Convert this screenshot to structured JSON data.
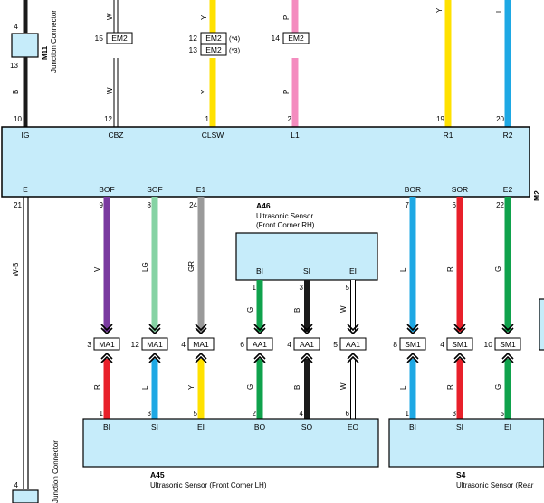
{
  "colors": {
    "black": "#1a1a1a",
    "white": "#ffffff",
    "yellow": "#ffe100",
    "pink": "#f48cbf",
    "blue": "#1ea8e4",
    "violet": "#7a3aa0",
    "lightgreen": "#86d3a4",
    "gray": "#9a9a9a",
    "green": "#0fa24c",
    "red": "#e8202a",
    "box_fill": "#c6ecfa"
  },
  "ecu": {
    "id": "M2",
    "top_pins": [
      {
        "num": "10",
        "label": "IG"
      },
      {
        "num": "12",
        "label": "CBZ"
      },
      {
        "num": "1",
        "label": "CLSW"
      },
      {
        "num": "2",
        "label": "L1"
      },
      {
        "num": "19",
        "label": "R1"
      },
      {
        "num": "20",
        "label": "R2"
      }
    ],
    "bottom_pins": [
      {
        "num": "21",
        "label": "E"
      },
      {
        "num": "9",
        "label": "BOF"
      },
      {
        "num": "8",
        "label": "SOF"
      },
      {
        "num": "24",
        "label": "E1"
      },
      {
        "num": "7",
        "label": "BOR"
      },
      {
        "num": "6",
        "label": "SOR"
      },
      {
        "num": "22",
        "label": "E2"
      }
    ]
  },
  "junction": {
    "id": "M11",
    "name": "Junction Connector",
    "pin_top": "4",
    "pin_bottom": "13",
    "wire_code": "B",
    "bottom_pin": "4",
    "bottom_name": "Junction Connector"
  },
  "top_wire_codes": {
    "cbz": "W",
    "clsw": "Y",
    "l1": "P",
    "r1": "Y",
    "r2": "L"
  },
  "top_connectors": {
    "cbz": {
      "pin": "15",
      "id": "EM2"
    },
    "clsw_1": {
      "pin": "12",
      "id": "EM2",
      "note": "(*4)"
    },
    "clsw_2": {
      "pin": "13",
      "id": "EM2",
      "note": "(*3)"
    },
    "l1": {
      "pin": "14",
      "id": "EM2"
    }
  },
  "ground_wire_code": "W-B",
  "a46": {
    "id": "A46",
    "name": "Ultrasonic Sensor",
    "sub": "(Front Corner RH)",
    "pins": [
      {
        "label": "BI",
        "num": "1"
      },
      {
        "label": "SI",
        "num": "3"
      },
      {
        "label": "EI",
        "num": "5"
      }
    ]
  },
  "mid_wire_codes": {
    "bof": "V",
    "sof": "LG",
    "e1": "GR",
    "a46_bi": "G",
    "a46_si": "B",
    "a46_ei": "W",
    "bor": "L",
    "sor": "R",
    "e2": "G"
  },
  "connectors": [
    {
      "pin": "3",
      "id": "MA1"
    },
    {
      "pin": "12",
      "id": "MA1"
    },
    {
      "pin": "4",
      "id": "MA1"
    },
    {
      "pin": "6",
      "id": "AA1"
    },
    {
      "pin": "4",
      "id": "AA1"
    },
    {
      "pin": "5",
      "id": "AA1"
    },
    {
      "pin": "8",
      "id": "SM1"
    },
    {
      "pin": "4",
      "id": "SM1"
    },
    {
      "pin": "10",
      "id": "SM1"
    }
  ],
  "low_wire_codes": [
    "R",
    "L",
    "Y",
    "G",
    "B",
    "W",
    "L",
    "R",
    "G"
  ],
  "a45": {
    "id": "A45",
    "name": "Ultrasonic Sensor (Front Corner LH)",
    "pins": [
      {
        "num": "1",
        "label": "BI"
      },
      {
        "num": "3",
        "label": "SI"
      },
      {
        "num": "5",
        "label": "EI"
      },
      {
        "num": "2",
        "label": "BO"
      },
      {
        "num": "4",
        "label": "SO"
      },
      {
        "num": "6",
        "label": "EO"
      }
    ]
  },
  "s4": {
    "id": "S4",
    "name": "Ultrasonic Sensor (Rear",
    "pins": [
      {
        "num": "1",
        "label": "BI"
      },
      {
        "num": "3",
        "label": "SI"
      },
      {
        "num": "5",
        "label": "EI"
      }
    ]
  }
}
